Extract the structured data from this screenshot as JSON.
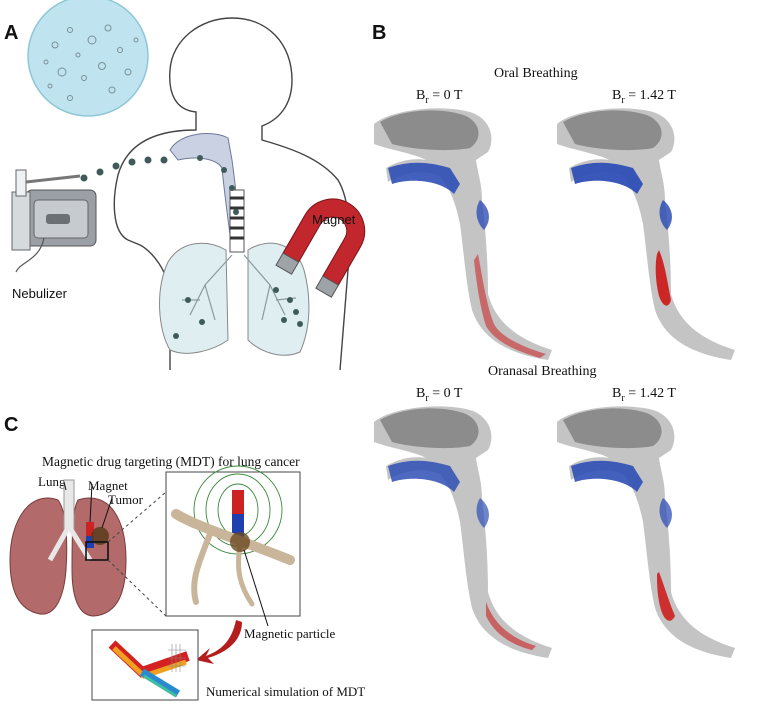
{
  "panels": {
    "a": {
      "letter": "A",
      "nebulizer_label": "Nebulizer",
      "magnet_label": "Magnet"
    },
    "b": {
      "letter": "B",
      "oral_title": "Oral Breathing",
      "oranasal_title": "Oranasal Breathing",
      "br_zero": {
        "sym": "B",
        "sub": "r",
        "rest": " = 0 T"
      },
      "br_high": {
        "sym": "B",
        "sub": "r",
        "rest": " = 1.42 T"
      }
    },
    "c": {
      "letter": "C",
      "title": "Magnetic drug targeting (MDT) for lung cancer",
      "lung_label": "Lung",
      "magnet_label": "Magnet",
      "tumor_label": "Tumor",
      "particle_label": "Magnetic particle",
      "simulation_label": "Numerical simulation of MDT"
    }
  },
  "colors": {
    "airway_gray": "#bdbdbd",
    "dark_gray": "#8c8c8c",
    "particle_blue": "#2f4fb5",
    "particle_red": "#cc1f1f",
    "magnet_red": "#c1272d",
    "droplet_bg": "#bfe4ef",
    "dot": "#3f5a5a"
  }
}
